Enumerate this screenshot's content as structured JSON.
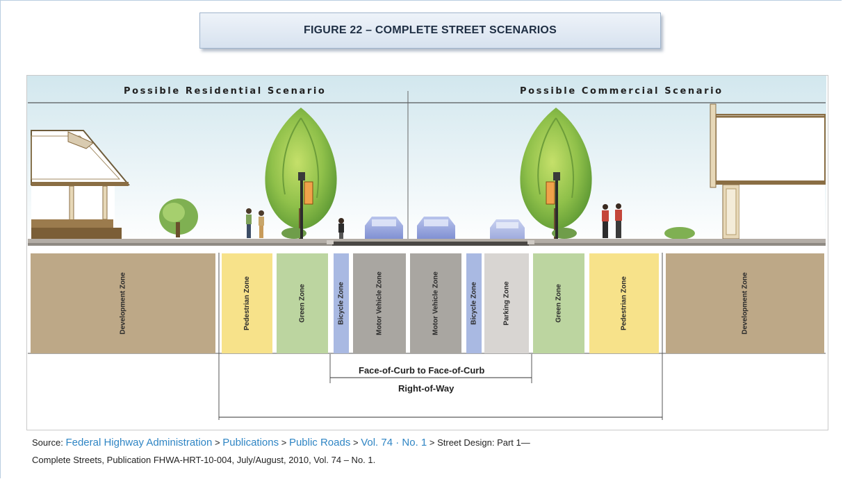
{
  "title": "FIGURE 22 – COMPLETE STREET SCENARIOS",
  "scenarios": {
    "left": "Possible Residential Scenario",
    "right": "Possible Commercial Scenario"
  },
  "zones": [
    {
      "label": "Development Zone",
      "color": "#bda887"
    },
    {
      "label": "Pedestrian Zone",
      "color": "#f7e28a"
    },
    {
      "label": "Green Zone",
      "color": "#bcd5a0"
    },
    {
      "label": "Bicycle Zone",
      "color": "#a9b9e2"
    },
    {
      "label": "Motor Vehicle Zone",
      "color": "#a9a6a1"
    },
    {
      "label": "Motor Vehicle Zone",
      "color": "#a9a6a1"
    },
    {
      "label": "Bicycle Zone",
      "color": "#a9b9e2"
    },
    {
      "label": "Parking Zone",
      "color": "#d8d5d2"
    },
    {
      "label": "Green Zone",
      "color": "#bcd5a0"
    },
    {
      "label": "Pedestrian Zone",
      "color": "#f7e28a"
    },
    {
      "label": "Development Zone",
      "color": "#bda887"
    }
  ],
  "dimensions": {
    "curb_to_curb": "Face-of-Curb to Face-of-Curb",
    "right_of_way": "Right-of-Way"
  },
  "source": {
    "prefix": "Source:",
    "links": [
      "Federal Highway Administration",
      "Publications",
      "Public Roads",
      "Vol. 74 · No. 1"
    ],
    "separator": ">",
    "suffix_line1": "Street Design: Part 1—",
    "line2": "Complete Streets, Publication FHWA-HRT-10-004, July/August, 2010, Vol. 74 – No. 1."
  }
}
